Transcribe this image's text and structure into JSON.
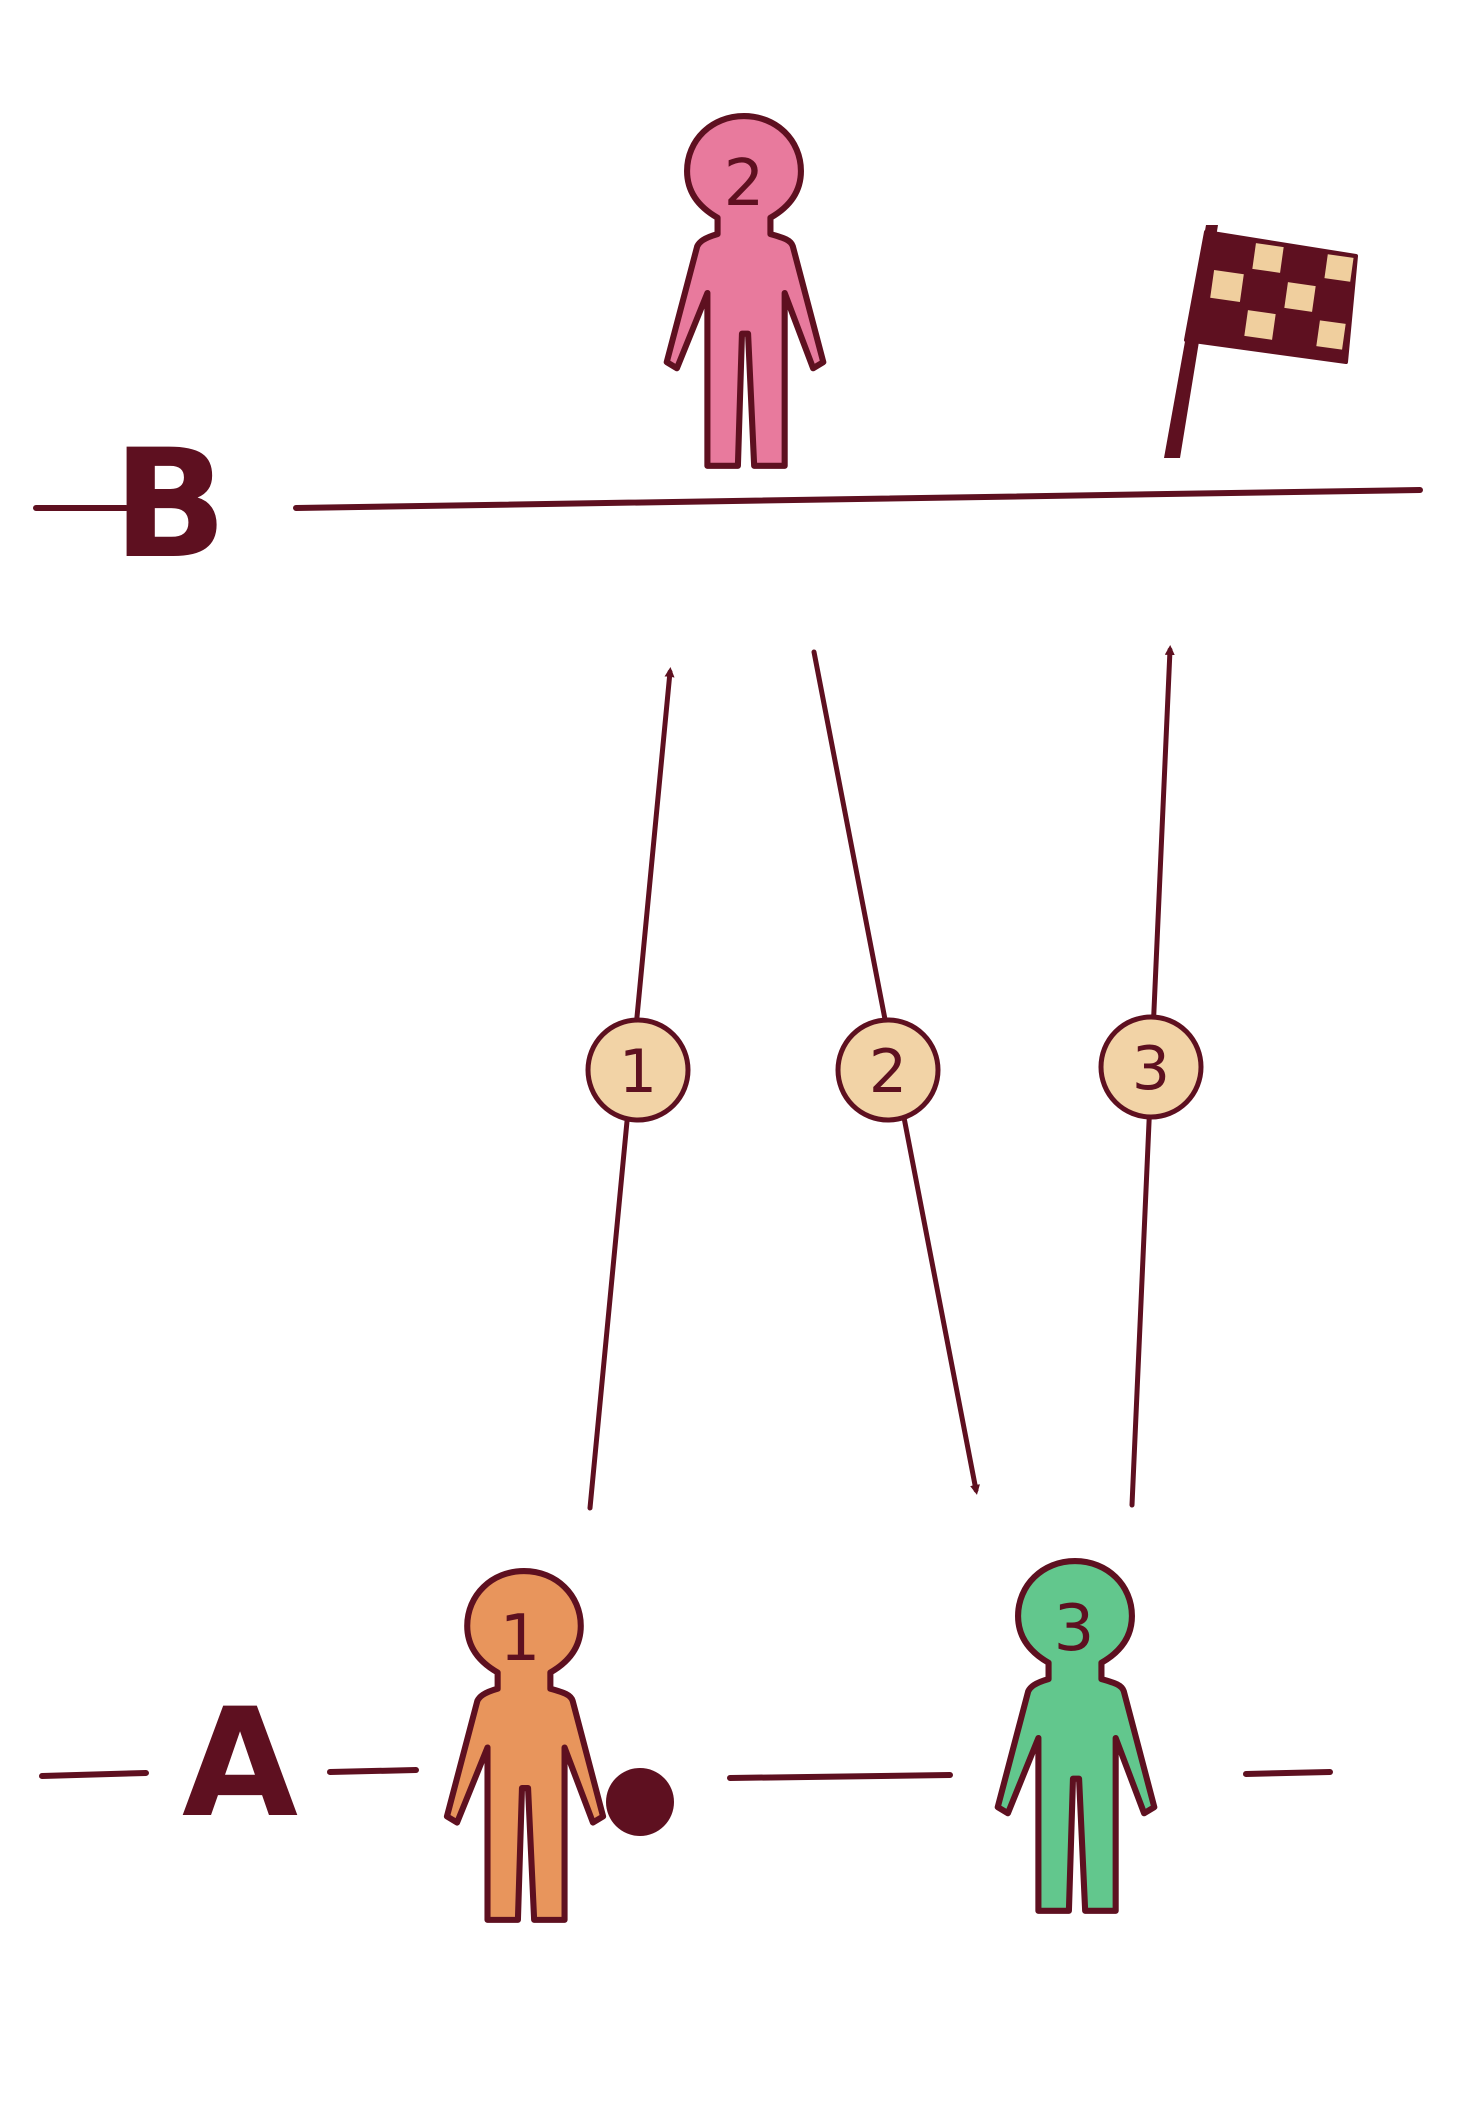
{
  "lines": {
    "top_label": "B",
    "bottom_label": "A"
  },
  "people": [
    {
      "number": "2",
      "color": "#e87a9d"
    },
    {
      "number": "1",
      "color": "#e8955c"
    },
    {
      "number": "3",
      "color": "#62c78d"
    }
  ],
  "steps": [
    {
      "number": "1"
    },
    {
      "number": "2"
    },
    {
      "number": "3"
    }
  ],
  "colors": {
    "ink": "#5e1020",
    "badge_fill": "#f2d3a6",
    "flag_light": "#f0cf9e",
    "ball": "#5e1020"
  },
  "icons": [
    "person-icon",
    "checkered-flag-icon",
    "ball-icon",
    "arrow-icon"
  ]
}
